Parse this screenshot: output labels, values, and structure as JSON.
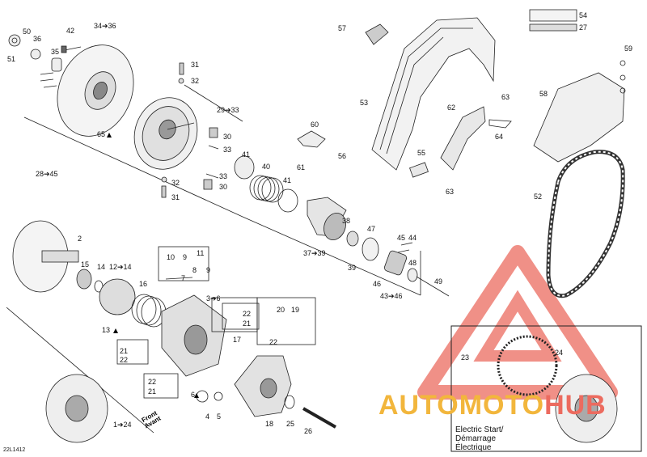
{
  "doc_number": "22L1412",
  "watermark": {
    "part1": "AUTOMOTO",
    "part2": "HUB"
  },
  "front_arrow": {
    "line1": "Front",
    "line2": "Avant"
  },
  "inset_caption": {
    "line1": "Electric Start/",
    "line2": "Démarrage",
    "line3": "Électrique"
  },
  "labels": [
    {
      "id": "l50",
      "text": "50"
    },
    {
      "id": "l36a",
      "text": "36"
    },
    {
      "id": "l42",
      "text": "42"
    },
    {
      "id": "l34",
      "text": "34➔36"
    },
    {
      "id": "l51",
      "text": "51"
    },
    {
      "id": "l35",
      "text": "35"
    },
    {
      "id": "l31a",
      "text": "31"
    },
    {
      "id": "l32a",
      "text": "32"
    },
    {
      "id": "l29",
      "text": "29➔33"
    },
    {
      "id": "l65",
      "text": "65"
    },
    {
      "id": "l30a",
      "text": "30"
    },
    {
      "id": "l33a",
      "text": "33"
    },
    {
      "id": "l41a",
      "text": "41"
    },
    {
      "id": "l40",
      "text": "40"
    },
    {
      "id": "l33b",
      "text": "33"
    },
    {
      "id": "l32b",
      "text": "32"
    },
    {
      "id": "l30b",
      "text": "30"
    },
    {
      "id": "l31b",
      "text": "31"
    },
    {
      "id": "l41b",
      "text": "41"
    },
    {
      "id": "l28",
      "text": "28➔45"
    },
    {
      "id": "l60",
      "text": "60"
    },
    {
      "id": "l61",
      "text": "61"
    },
    {
      "id": "l56",
      "text": "56"
    },
    {
      "id": "l55",
      "text": "55"
    },
    {
      "id": "l57",
      "text": "57"
    },
    {
      "id": "l53",
      "text": "53"
    },
    {
      "id": "l54",
      "text": "54"
    },
    {
      "id": "l27",
      "text": "27"
    },
    {
      "id": "l62",
      "text": "62"
    },
    {
      "id": "l63a",
      "text": "63"
    },
    {
      "id": "l64",
      "text": "64"
    },
    {
      "id": "l63b",
      "text": "63"
    },
    {
      "id": "l59",
      "text": "59"
    },
    {
      "id": "l58",
      "text": "58"
    },
    {
      "id": "l52",
      "text": "52"
    },
    {
      "id": "l2",
      "text": "2"
    },
    {
      "id": "l15",
      "text": "15"
    },
    {
      "id": "l14",
      "text": "14"
    },
    {
      "id": "l12",
      "text": "12➔14"
    },
    {
      "id": "l16",
      "text": "16"
    },
    {
      "id": "l13",
      "text": "13"
    },
    {
      "id": "l10",
      "text": "10"
    },
    {
      "id": "l9a",
      "text": "9"
    },
    {
      "id": "l11",
      "text": "11"
    },
    {
      "id": "l8",
      "text": "8"
    },
    {
      "id": "l9b",
      "text": "9"
    },
    {
      "id": "l7",
      "text": "7"
    },
    {
      "id": "l3",
      "text": "3➔6"
    },
    {
      "id": "l22a",
      "text": "22"
    },
    {
      "id": "l21a",
      "text": "21"
    },
    {
      "id": "l17",
      "text": "17"
    },
    {
      "id": "l21b",
      "text": "21"
    },
    {
      "id": "l22b",
      "text": "22"
    },
    {
      "id": "l22c",
      "text": "22"
    },
    {
      "id": "l21c",
      "text": "21"
    },
    {
      "id": "l6",
      "text": "6"
    },
    {
      "id": "l4",
      "text": "4"
    },
    {
      "id": "l5",
      "text": "5"
    },
    {
      "id": "l1",
      "text": "1➔24"
    },
    {
      "id": "l38",
      "text": "38"
    },
    {
      "id": "l37",
      "text": "37➔39"
    },
    {
      "id": "l39",
      "text": "39"
    },
    {
      "id": "l47",
      "text": "47"
    },
    {
      "id": "l45",
      "text": "45"
    },
    {
      "id": "l44",
      "text": "44"
    },
    {
      "id": "l48",
      "text": "48"
    },
    {
      "id": "l46",
      "text": "46"
    },
    {
      "id": "l43",
      "text": "43➔46"
    },
    {
      "id": "l49",
      "text": "49"
    },
    {
      "id": "l20",
      "text": "20"
    },
    {
      "id": "l19",
      "text": "19"
    },
    {
      "id": "l22d",
      "text": "22"
    },
    {
      "id": "l18",
      "text": "18"
    },
    {
      "id": "l25",
      "text": "25"
    },
    {
      "id": "l26",
      "text": "26"
    },
    {
      "id": "l23",
      "text": "23"
    },
    {
      "id": "l24",
      "text": "24"
    }
  ]
}
